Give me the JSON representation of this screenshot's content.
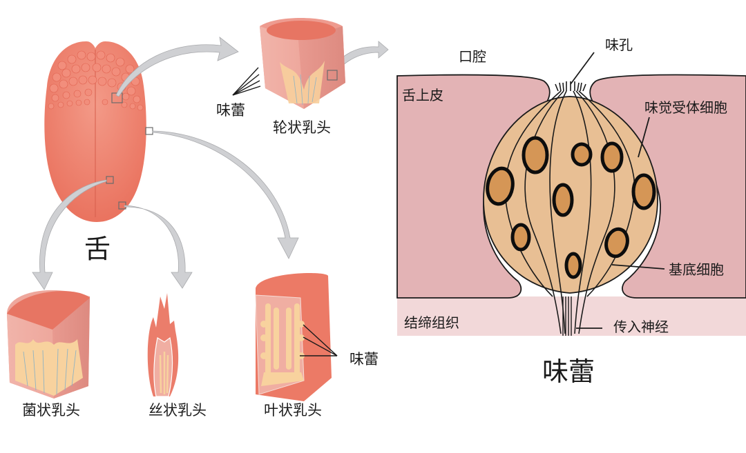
{
  "diagram": {
    "left_panel": {
      "tongue_label": "舌",
      "papillae": {
        "circumvallate": {
          "label": "轮状乳头",
          "bud_label": "味蕾"
        },
        "fungiform": {
          "label": "菌状乳头"
        },
        "filiform": {
          "label": "丝状乳头"
        },
        "foliate": {
          "label": "叶状乳头",
          "bud_label": "味蕾"
        }
      }
    },
    "right_panel": {
      "title": "味蕾",
      "labels": {
        "oral_cavity": "口腔",
        "taste_pore": "味孔",
        "epithelium": "舌上皮",
        "receptor_cell": "味觉受体细胞",
        "basal_cell": "基底细胞",
        "connective_tissue": "结缔组织",
        "afferent_nerve": "传入神经"
      }
    },
    "colors": {
      "tongue": "#ee8270",
      "tongue_dark": "#e36a57",
      "arrow": "#cfd0d3",
      "epithelium": "#e3b3b5",
      "connective": "#f2d8d9",
      "bud_fill": "#e8bf94",
      "nucleus": "#d59656",
      "papilla_body": "#f0aaa0",
      "bud_tissue": "#f8d29e"
    }
  }
}
